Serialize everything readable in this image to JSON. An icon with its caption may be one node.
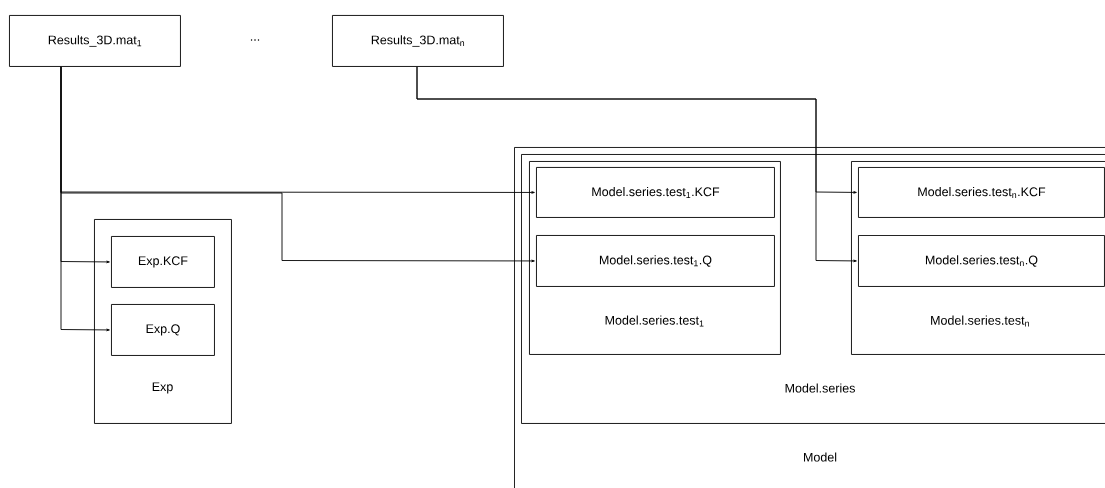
{
  "diagram": {
    "nodes": [
      {
        "text": [
          "Results_3D.mat$_{1}$"
        ]
      },
      {
        "text": [
          "Results_3D.mat$_{n}$"
        ]
      },
      {
        "text": [
          "Exp"
        ]
      },
      {
        "text": [
          "Exp.KCF"
        ],
        "in": 2
      },
      {
        "text": [
          "Exp.Q"
        ],
        "in": 2
      },
      {
        "text": [
          "Model"
        ]
      },
      {
        "text": [
          "Model.series"
        ],
        "in": 5
      },
      {
        "text": [
          "Model.series.test$_{1}$"
        ],
        "in": 6
      },
      {
        "text": [
          "Model.series.test$_{1}$.KCF"
        ],
        "in": 7
      },
      {
        "text": [
          "Model.series.test$_{1}$.Q"
        ],
        "in": 7
      },
      {
        "text": [
          "Model.series.test$_{n}$"
        ],
        "in": 6
      },
      {
        "text": [
          "Model.series.test$_{n}$.KCF"
        ],
        "in": 10
      },
      {
        "text": [
          "Model.series.test$_{n}$.Q"
        ],
        "in": 10
      }
    ],
    "edges": [
      {
        "from": 0,
        "to": 3,
        "arrow": "to"
      },
      {
        "from": 0,
        "to": 4,
        "arrow": "to"
      },
      {
        "from": 0,
        "to": 8,
        "arrow": "to"
      },
      {
        "from": 0,
        "to": 9,
        "arrow": "to"
      },
      {
        "from": 1,
        "to": 11,
        "arrow": "to"
      },
      {
        "from": 1,
        "to": 12,
        "arrow": "to"
      }
    ],
    "labels": [
      "..."
    ]
  }
}
